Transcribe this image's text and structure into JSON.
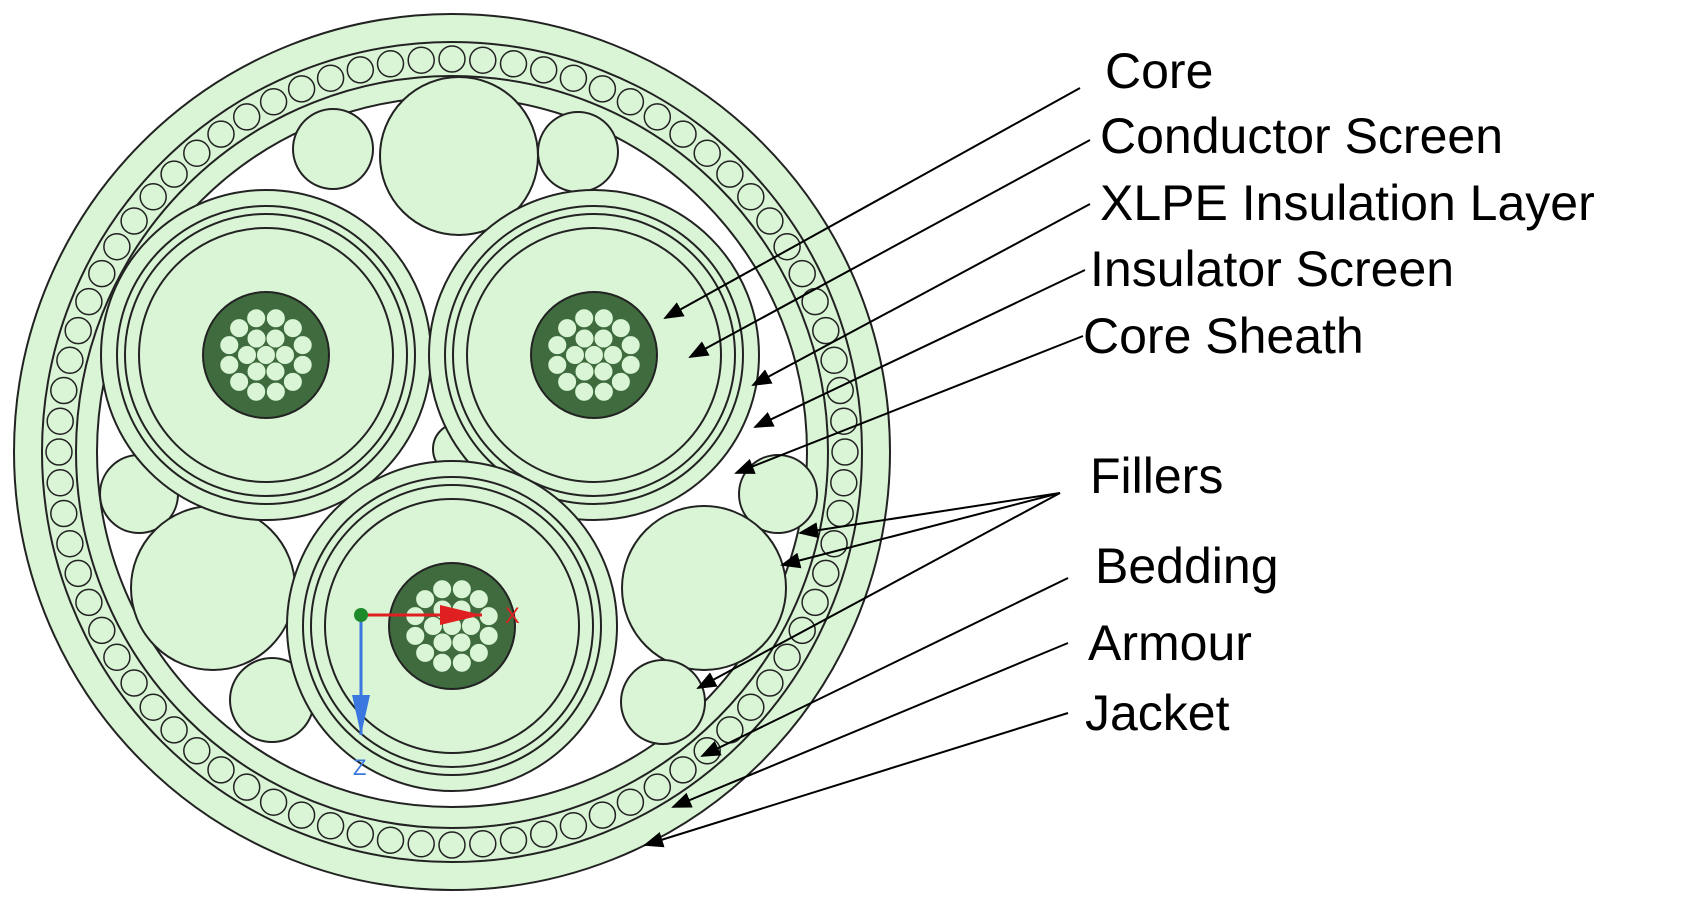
{
  "labels": {
    "core": "Core",
    "conductor_screen": "Conductor Screen",
    "xlpe_insulation": "XLPE Insulation Layer",
    "insulator_screen": "Insulator Screen",
    "core_sheath": "Core Sheath",
    "fillers": "Fillers",
    "bedding": "Bedding",
    "armour": "Armour",
    "jacket": "Jacket"
  },
  "axes": {
    "x": "X",
    "z": "Z"
  },
  "colors": {
    "fill": "#d9f5d5",
    "stroke": "#222222",
    "conductor": "#3f6b3f",
    "axis_x": "#e02020",
    "axis_z": "#3a78e0",
    "origin": "#1e8a2a"
  }
}
